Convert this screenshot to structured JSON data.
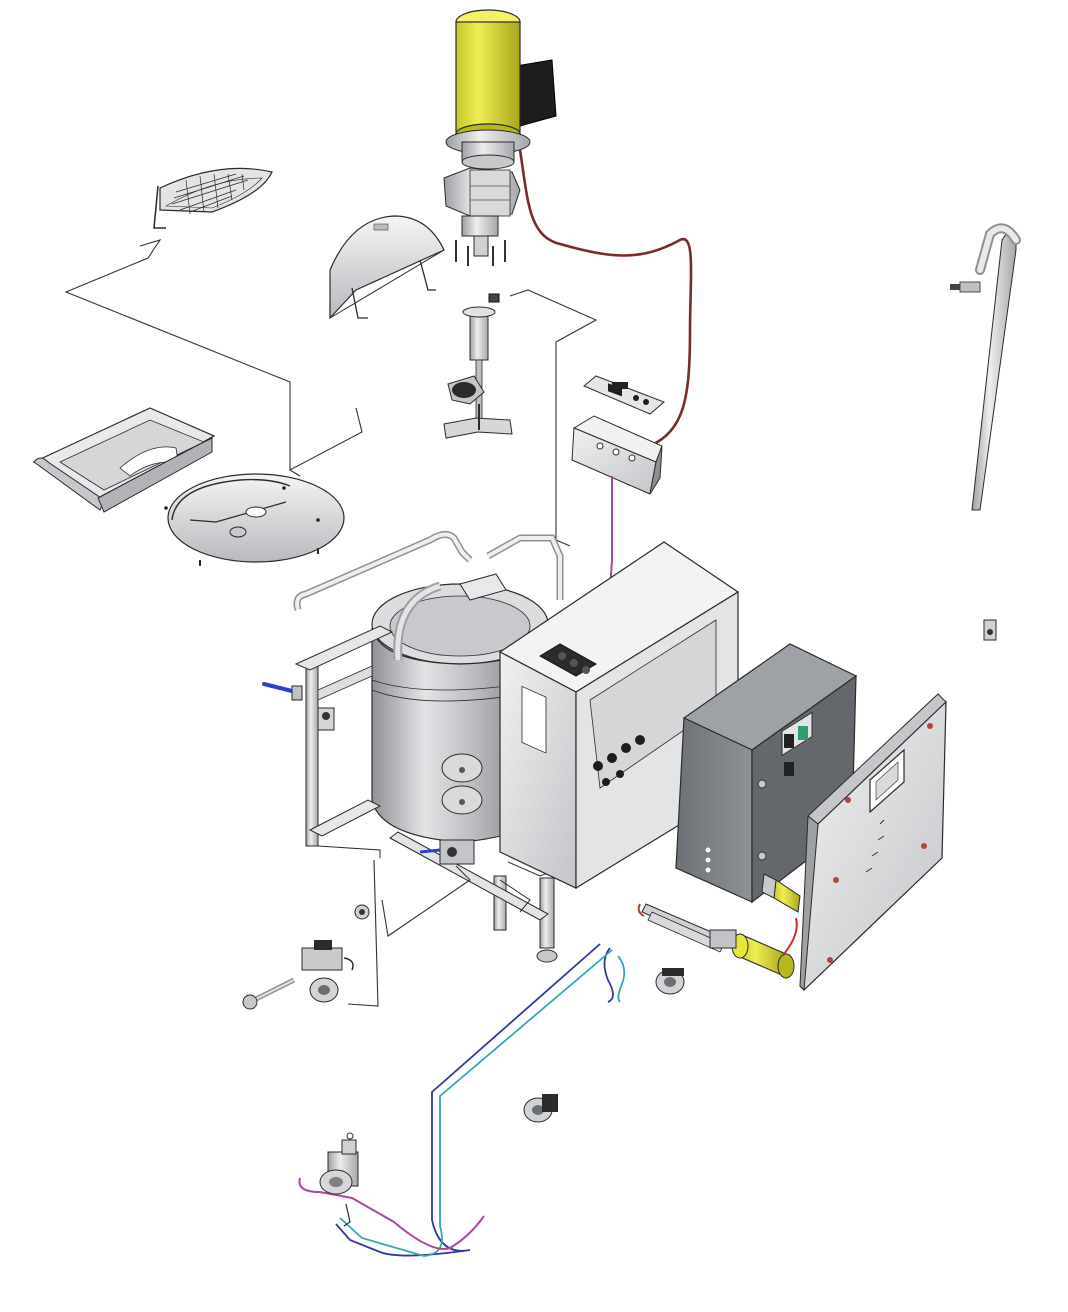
{
  "diagram": {
    "kind": "exploded-assembly-view",
    "colors": {
      "background": "#ffffff",
      "steel_light": "#e9e9ea",
      "steel_mid": "#c7c8ca",
      "steel_dark": "#8e9093",
      "outline": "#2b2b2b",
      "motor_yellow": "#e6e63a",
      "motor_yellow_shade": "#b9b71e",
      "gearbox_black": "#1d1d1d",
      "cabinet_grey": "#7a7d82",
      "cabinet_dark": "#55585c",
      "heater_yellow": "#e8e13a",
      "cable_maroon": "#7a2a2a",
      "cable_magenta": "#b0459d",
      "hose_navy": "#2f3a9c",
      "hose_cyan": "#34a6b8",
      "wire_red": "#d62828",
      "valve_blue": "#2c3fd1",
      "switch_green": "#2f9e6d"
    },
    "parts": [
      "motor",
      "gearbox",
      "mixer-shaft",
      "impeller",
      "semicircle-grate",
      "half-lid",
      "round-lid",
      "drip-tray",
      "control-panel-plate",
      "control-box",
      "vessel",
      "frame",
      "main-cabinet",
      "electrical-enclosure",
      "enclosure-door",
      "heater",
      "casters",
      "pump",
      "gooseneck-pipe",
      "ball-valve",
      "hoses",
      "power-cable"
    ]
  }
}
